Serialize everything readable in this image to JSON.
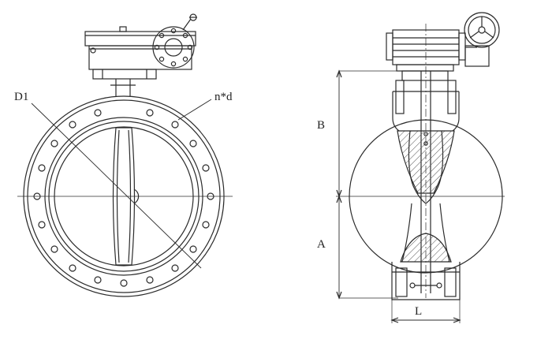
{
  "labels": {
    "d1": "D1",
    "nd": "n*d",
    "b": "B",
    "a": "A",
    "l": "L"
  },
  "colors": {
    "line": "#2b2b2b",
    "hatch": "#555555",
    "background": "#ffffff"
  },
  "icons": {
    "handwheel": "handwheel-icon",
    "gearbox": "gearbox-icon"
  }
}
